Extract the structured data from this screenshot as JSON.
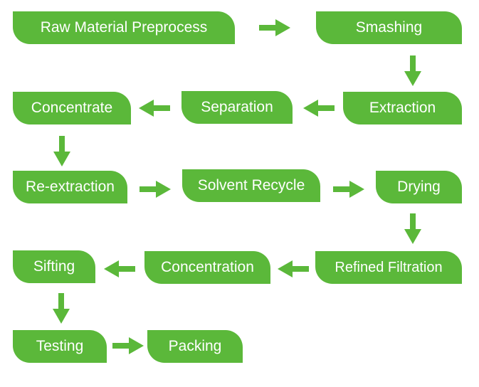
{
  "colors": {
    "step_fill": "#5bb83a",
    "arrow_fill": "#5bb83a",
    "text": "#ffffff",
    "background": "#ffffff"
  },
  "steps": [
    {
      "id": "raw-material-preprocess",
      "label": "Raw Material Preprocess"
    },
    {
      "id": "smashing",
      "label": "Smashing"
    },
    {
      "id": "extraction",
      "label": "Extraction"
    },
    {
      "id": "separation",
      "label": "Separation"
    },
    {
      "id": "concentrate",
      "label": "Concentrate"
    },
    {
      "id": "re-extraction",
      "label": "Re-extraction"
    },
    {
      "id": "solvent-recycle",
      "label": "Solvent Recycle"
    },
    {
      "id": "drying",
      "label": "Drying"
    },
    {
      "id": "refined-filtration",
      "label": "Refined Filtration"
    },
    {
      "id": "concentration",
      "label": "Concentration"
    },
    {
      "id": "sifting",
      "label": "Sifting"
    },
    {
      "id": "testing",
      "label": "Testing"
    },
    {
      "id": "packing",
      "label": "Packing"
    }
  ],
  "flow": [
    {
      "from": "raw-material-preprocess",
      "to": "smashing",
      "direction": "right"
    },
    {
      "from": "smashing",
      "to": "extraction",
      "direction": "down"
    },
    {
      "from": "extraction",
      "to": "separation",
      "direction": "left"
    },
    {
      "from": "separation",
      "to": "concentrate",
      "direction": "left"
    },
    {
      "from": "concentrate",
      "to": "re-extraction",
      "direction": "down"
    },
    {
      "from": "re-extraction",
      "to": "solvent-recycle",
      "direction": "right"
    },
    {
      "from": "solvent-recycle",
      "to": "drying",
      "direction": "right"
    },
    {
      "from": "drying",
      "to": "refined-filtration",
      "direction": "down"
    },
    {
      "from": "refined-filtration",
      "to": "concentration",
      "direction": "left"
    },
    {
      "from": "concentration",
      "to": "sifting",
      "direction": "left"
    },
    {
      "from": "sifting",
      "to": "testing",
      "direction": "down"
    },
    {
      "from": "testing",
      "to": "packing",
      "direction": "right"
    }
  ]
}
